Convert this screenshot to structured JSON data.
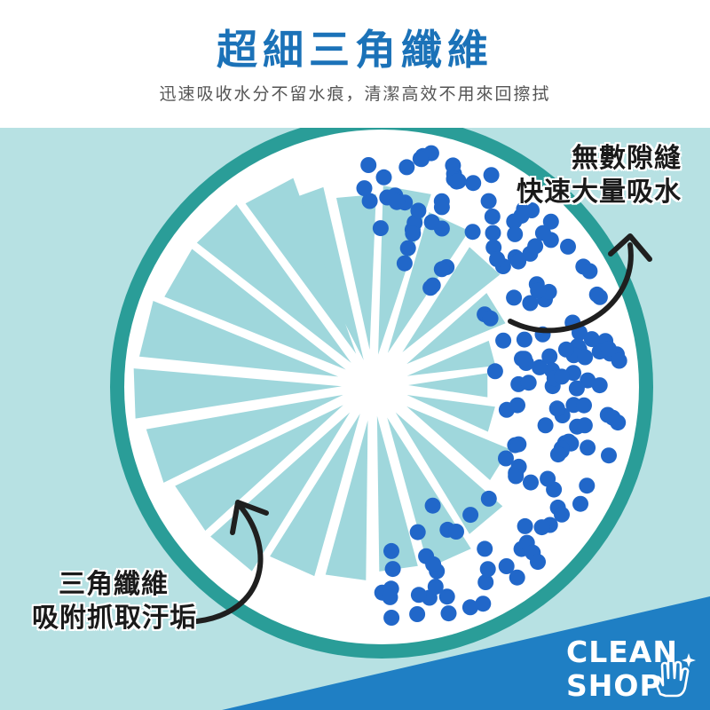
{
  "header": {
    "title": "超細三角纖維",
    "subtitle": "迅速吸收水分不留水痕，清潔高效不用來回擦拭"
  },
  "callouts": {
    "right": [
      "無數隙縫",
      "快速大量吸水"
    ],
    "left": [
      "三角纖維",
      "吸附抓取汙垢"
    ]
  },
  "brand": {
    "line1": "CLEAN",
    "line2": "SHOP",
    "icon": "hand-sparkle-icon"
  },
  "colors": {
    "title": "#1b72b8",
    "panel_bg": "#b7e1e3",
    "ring": "#2a9d98",
    "fiber": "#9fd7dc",
    "dots": "#2167c9",
    "brand_bg": "#1f7fc4"
  }
}
